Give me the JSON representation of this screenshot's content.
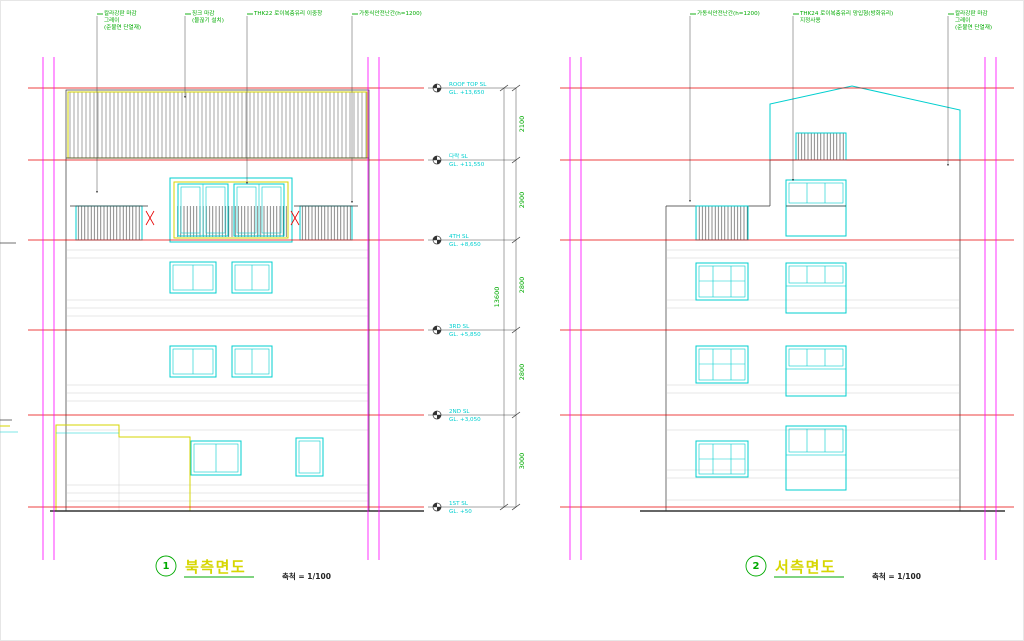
{
  "colors": {
    "red": "#e60000",
    "magenta": "#ff00ff",
    "cyan": "#00cfcf",
    "yellow": "#d6d600",
    "green": "#00aa00",
    "black": "#333333",
    "gray": "#c9c9c9",
    "bg": "#ffffff"
  },
  "left_elevation": {
    "annotations": [
      {
        "lines": [
          "칼라강판 마감",
          "그레이",
          "(준불연 단열재)"
        ]
      },
      {
        "lines": [
          "징크 마감",
          "(물끊기 설치)"
        ]
      },
      {
        "lines": [
          "THK22 로이복층유리 이중창"
        ]
      },
      {
        "lines": [
          "가동식안전난간(h=1200)"
        ]
      }
    ],
    "title": {
      "number": "1",
      "label": "북측면도",
      "scale": "축척 = 1/100"
    }
  },
  "right_elevation": {
    "annotations": [
      {
        "lines": [
          "가동식안전난간(h=1200)"
        ]
      },
      {
        "lines": [
          "THK24 로이복층유리 망입형(방화유리)",
          "지정사용"
        ]
      },
      {
        "lines": [
          "칼라강판 마감",
          "그레이",
          "(준불연 단열재)"
        ]
      }
    ],
    "title": {
      "number": "2",
      "label": "서측면도",
      "scale": "축척 = 1/100"
    }
  },
  "levels": [
    {
      "name": "ROOF TOP SL",
      "gl": "GL. +13,650"
    },
    {
      "name": "다락 SL",
      "gl": "GL. +11,550"
    },
    {
      "name": "4TH SL",
      "gl": "GL. +8,650"
    },
    {
      "name": "3RD SL",
      "gl": "GL. +5,850"
    },
    {
      "name": "2ND SL",
      "gl": "GL. +3,050"
    },
    {
      "name": "1ST SL",
      "gl": "GL. +50"
    }
  ],
  "dimensions": {
    "segments": [
      "2100",
      "2900",
      "2800",
      "2800",
      "3000"
    ],
    "total": "13600"
  }
}
